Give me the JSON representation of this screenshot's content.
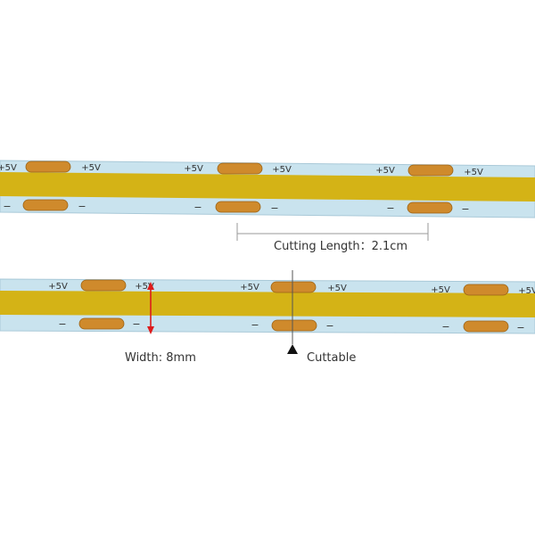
{
  "colors": {
    "pcb": "#c9e3ee",
    "pcb_edge": "#a9c9d8",
    "cob": "#d4b316",
    "pad": "#cf8a2c",
    "pad_edge": "#9a6216",
    "dim_line": "#9a9a9a",
    "width_arrow": "#dd1c1c",
    "marker": "#111111",
    "polarity_text": "#333333"
  },
  "polarity": {
    "plus": "+5V",
    "minus": "−"
  },
  "annotations": {
    "cutting_length": "Cutting Length：2.1cm",
    "width": "Width: 8mm",
    "cuttable": "Cuttable"
  },
  "icons": {
    "cut_marker": "triangle-up-icon",
    "width_arrow": "double-arrow-vertical-icon"
  }
}
